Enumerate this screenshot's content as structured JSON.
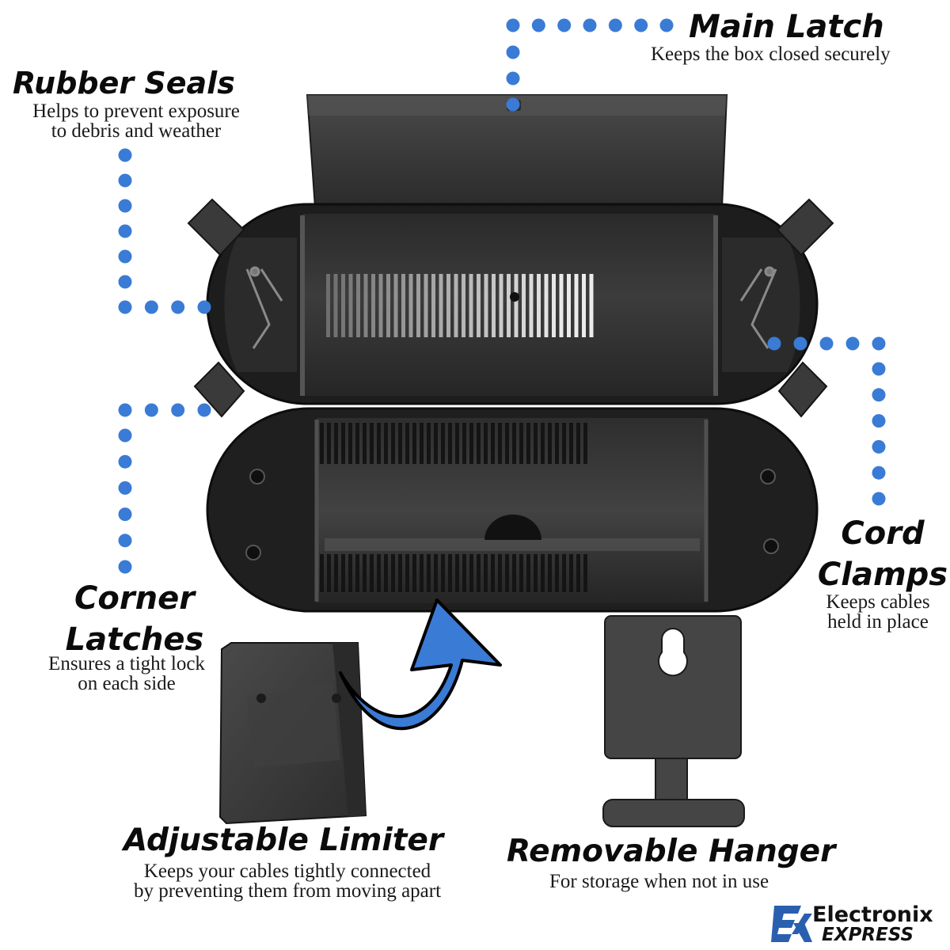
{
  "callouts": {
    "main_latch": {
      "title": "Main Latch",
      "description": "Keeps the box closed securely"
    },
    "rubber_seals": {
      "title": "Rubber Seals",
      "description": "Helps to prevent exposure\nto debris and weather"
    },
    "cord_clamps": {
      "title": "Cord\nClamps",
      "description": "Keeps cables\nheld in place"
    },
    "corner_latches": {
      "title": "Corner\nLatches",
      "description": "Ensures a tight lock\non each side"
    },
    "adjustable_limiter": {
      "title": "Adjustable Limiter",
      "description": "Keeps your cables tightly connected\nby preventing them from moving apart"
    },
    "removable_hanger": {
      "title": "Removable Hanger",
      "description": "For storage when not in use"
    }
  },
  "brand": {
    "logo_mark": "EX",
    "name_top": "Electronix",
    "name_bottom": "EXPRESS"
  },
  "colors": {
    "dot": "#3a7bd5",
    "arrow": "#3a7bd5",
    "plastic_dark": "#232323",
    "plastic_mid": "#3b3b3b",
    "plastic_light": "#5c5c5c"
  }
}
